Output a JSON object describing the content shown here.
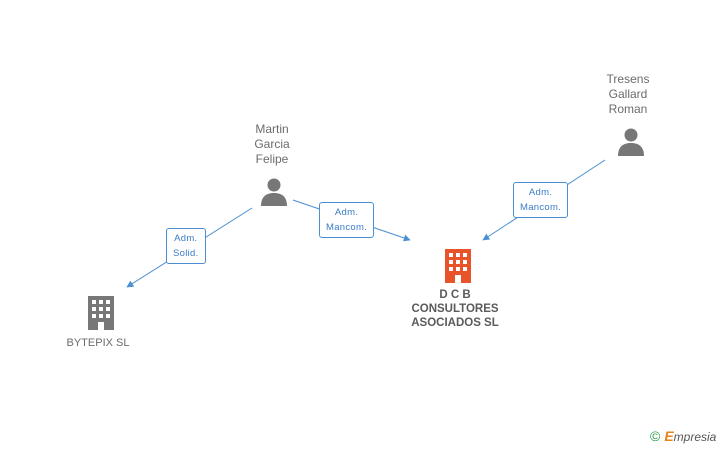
{
  "people": [
    {
      "id": "martin",
      "name": "Martin\nGarcia\nFelipe"
    },
    {
      "id": "tresens",
      "name": "Tresens\nGallard\nRoman"
    }
  ],
  "companies": [
    {
      "id": "dcb",
      "name": "D C B\nCONSULTORES\nASOCIADOS SL",
      "color": "#e8532a"
    },
    {
      "id": "bytepix",
      "name": "BYTEPIX SL",
      "color": "#777777"
    }
  ],
  "relations": [
    {
      "from": "martin",
      "to": "bytepix",
      "label": "Adm.\nSolid."
    },
    {
      "from": "martin",
      "to": "dcb",
      "label": "Adm.\nMancom."
    },
    {
      "from": "tresens",
      "to": "dcb",
      "label": "Adm.\nMancom."
    }
  ],
  "colors": {
    "edge": "#4a8fd4",
    "person": "#777777"
  },
  "footer": {
    "copyright_symbol": "©",
    "brand_initial": "E",
    "brand_rest": "mpresia"
  }
}
